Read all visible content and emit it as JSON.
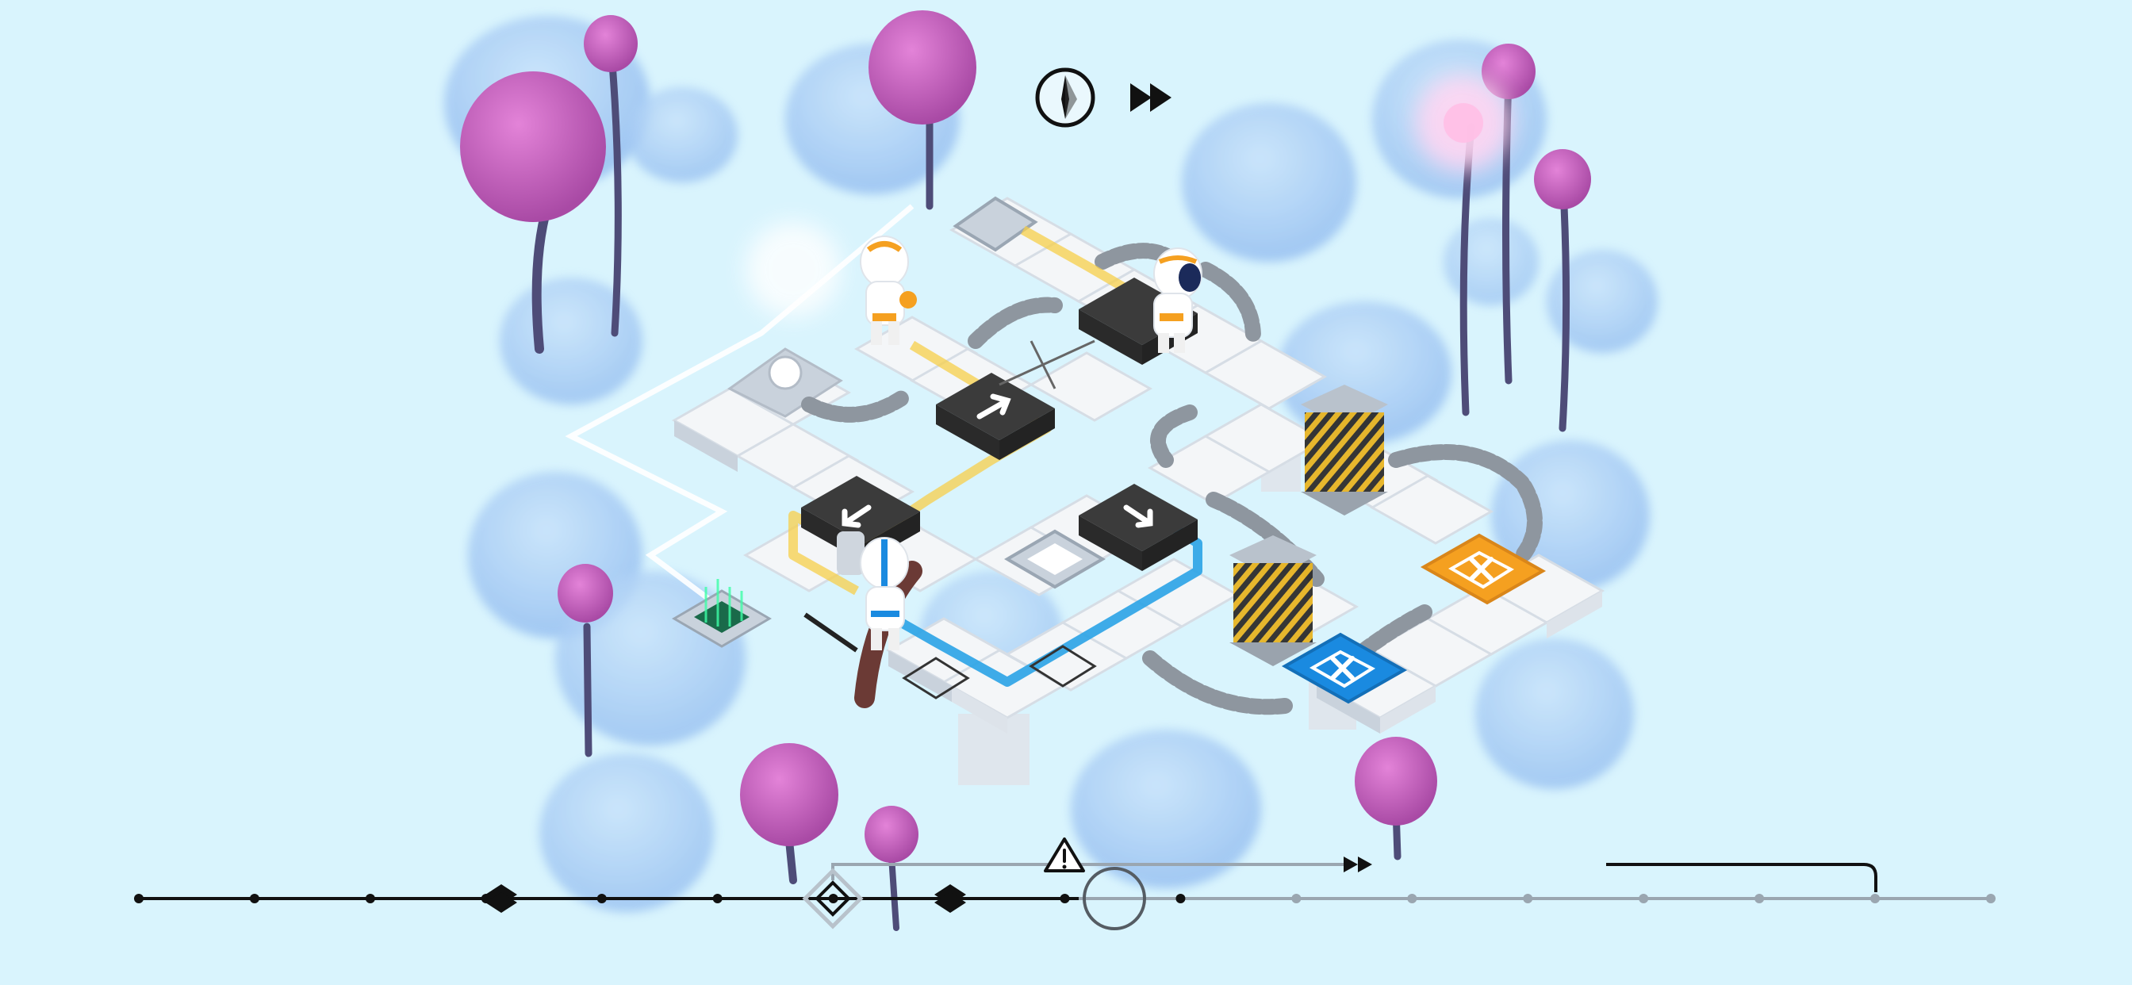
{
  "hud": {
    "time_control_icon": "clock-icon",
    "fast_forward_icon": "fast-forward-icon"
  },
  "colors": {
    "background": "#d9f4fd",
    "bush": "#a9cdf2",
    "pink_bulb": "#c55bbd",
    "stem": "#4e4c78",
    "tile": "#f4f6f8",
    "tile_side": "#c9d2dc",
    "dark_tile": "#3b3b3b",
    "yellow_path": "#f7cf4a",
    "blue_path": "#2aa3e6",
    "orange_pad": "#f5a020",
    "blue_pad": "#1a8ae0",
    "timeline": "#111111"
  },
  "timeline": {
    "warning_icon": "warning-icon",
    "rewind_icon": "rewind-icon",
    "current_step_marker": "playhead",
    "steps_total": 17,
    "current_step": 9
  }
}
